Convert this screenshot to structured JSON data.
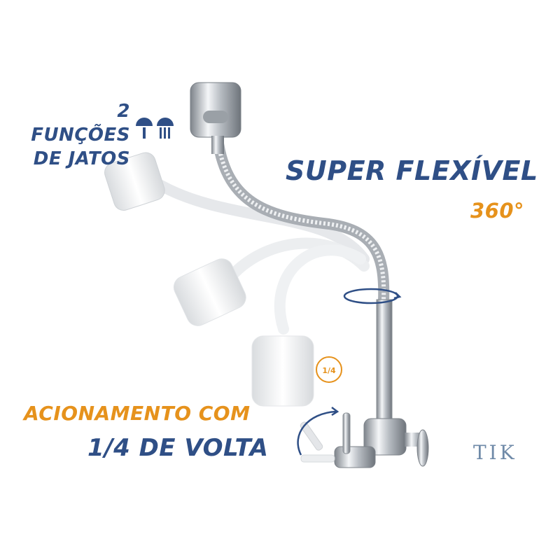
{
  "texts": {
    "functions_line1": "2 FUNÇÕES",
    "functions_line2": "DE JATOS",
    "super_flexivel": "SUPER FLEXÍVEL",
    "degrees": "360°",
    "acionamento": "ACIONAMENTO COM",
    "volta": "1/4 DE VOLTA",
    "brand": "TIK",
    "quarter_badge": "1/4"
  },
  "colors": {
    "blue": "#2f4f86",
    "orange": "#e6921c",
    "chrome_dark": "#8f959c",
    "chrome_light": "#eef0f2"
  },
  "icons": [
    "jet-nozzle-icon",
    "spray-nozzle-icon",
    "rotate-arrow-icon",
    "quarter-turn-badge-icon"
  ]
}
